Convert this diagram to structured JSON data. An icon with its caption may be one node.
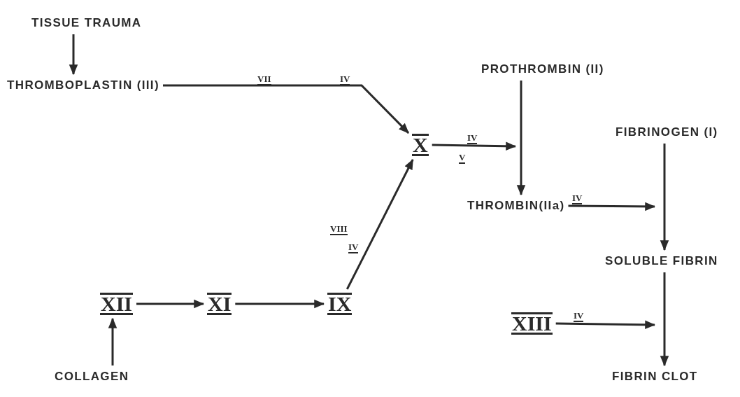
{
  "diagram": {
    "nodes": [
      {
        "text": [
          "TISSUE TRAUMA"
        ]
      },
      {
        "text": [
          "THROMBOPLASTIN (III)"
        ]
      },
      {
        "text": [
          "X"
        ]
      },
      {
        "text": [
          "PROTHROMBIN (II)"
        ]
      },
      {
        "text": [
          "FIBRINOGEN (I)"
        ]
      },
      {
        "text": [
          "THROMBIN(IIa)"
        ]
      },
      {
        "text": [
          "SOLUBLE FIBRIN"
        ]
      },
      {
        "text": [
          "XII"
        ]
      },
      {
        "text": [
          "XI"
        ]
      },
      {
        "text": [
          "IX"
        ]
      },
      {
        "text": [
          "XIII"
        ]
      },
      {
        "text": [
          "FIBRIN CLOT"
        ]
      },
      {
        "text": [
          "COLLAGEN"
        ]
      }
    ],
    "edges": [
      {
        "from": 0,
        "to": 1,
        "arrow": "to"
      },
      {
        "from": 1,
        "to": 2,
        "arrow": "to",
        "label": "VII"
      },
      {
        "from": 2,
        "to": null,
        "arrow": "to",
        "label": "IV"
      },
      {
        "from": 3,
        "to": 5,
        "arrow": "to"
      },
      {
        "from": 4,
        "to": 6,
        "arrow": "to"
      },
      {
        "from": 5,
        "to": null,
        "arrow": "to",
        "label": "IV"
      },
      {
        "from": 6,
        "to": 11,
        "arrow": "to"
      },
      {
        "from": 7,
        "to": 8,
        "arrow": "to"
      },
      {
        "from": 8,
        "to": 9,
        "arrow": "to"
      },
      {
        "from": 9,
        "to": 2,
        "arrow": "to",
        "label": "VIII"
      },
      {
        "from": 12,
        "to": 7,
        "arrow": "to"
      },
      {
        "from": 10,
        "to": null,
        "arrow": "to",
        "label": "IV"
      }
    ],
    "labels": [
      "IV",
      "V",
      "IV"
    ]
  }
}
